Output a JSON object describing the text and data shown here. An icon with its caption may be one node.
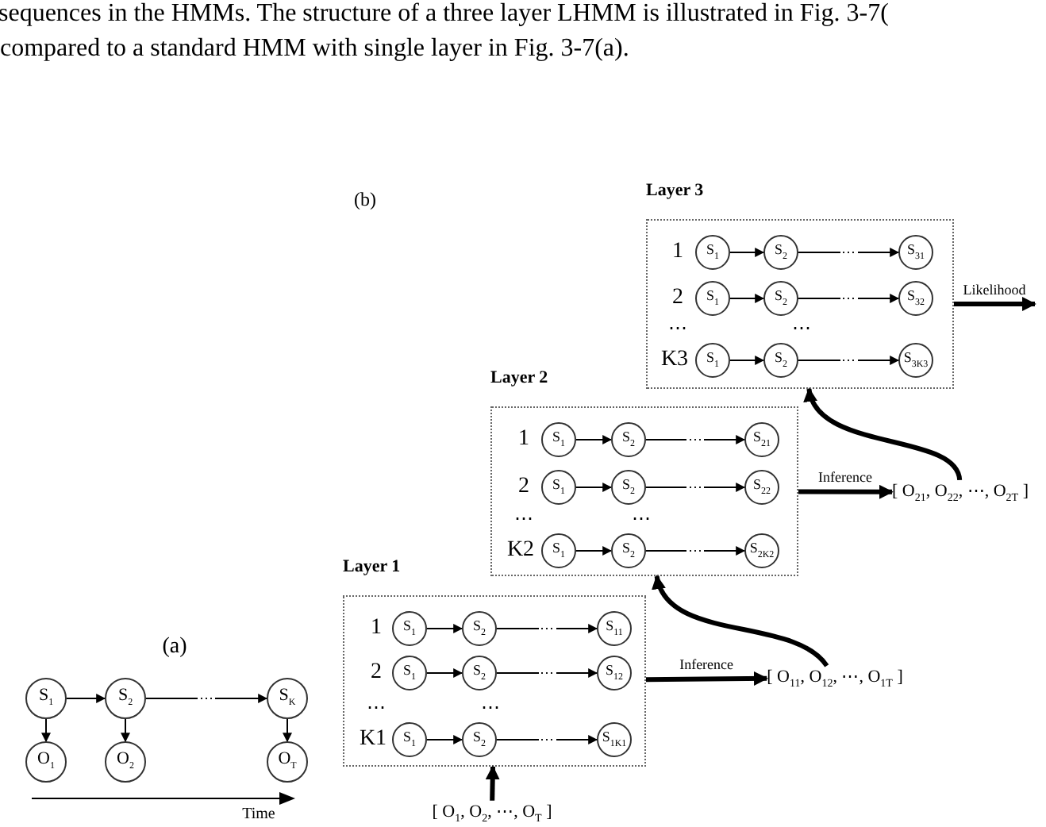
{
  "diagram": {
    "nodes": [
      {
        "text": [
          "Layer 3"
        ]
      },
      {
        "text": [
          "S$_{1}$"
        ],
        "in": 0
      },
      {
        "text": [
          "S$_{2}$"
        ],
        "in": 0
      },
      {
        "text": [
          "S$_{31}$"
        ],
        "in": 0
      },
      {
        "text": [
          "S$_{1}$"
        ],
        "in": 0
      },
      {
        "text": [
          "S$_{2}$"
        ],
        "in": 0
      },
      {
        "text": [
          "S$_{32}$"
        ],
        "in": 0
      },
      {
        "text": [
          "S$_{1}$"
        ],
        "in": 0
      },
      {
        "text": [
          "S$_{2}$"
        ],
        "in": 0
      },
      {
        "text": [
          "S$_{3K3}$"
        ],
        "in": 0
      },
      {
        "text": [
          "Layer 2"
        ]
      },
      {
        "text": [
          "S$_{1}$"
        ],
        "in": 10
      },
      {
        "text": [
          "S$_{2}$"
        ],
        "in": 10
      },
      {
        "text": [
          "S$_{21}$"
        ],
        "in": 10
      },
      {
        "text": [
          "S$_{1}$"
        ],
        "in": 10
      },
      {
        "text": [
          "S$_{2}$"
        ],
        "in": 10
      },
      {
        "text": [
          "S$_{22}$"
        ],
        "in": 10
      },
      {
        "text": [
          "S$_{1}$"
        ],
        "in": 10
      },
      {
        "text": [
          "S$_{2}$"
        ],
        "in": 10
      },
      {
        "text": [
          "S$_{2K2}$"
        ],
        "in": 10
      },
      {
        "text": [
          "[ O$_{21}$, O$_{22}$, ⋯, O$_{2T}$ ]"
        ]
      },
      {
        "text": [
          "Layer 1"
        ]
      },
      {
        "text": [
          "S$_{1}$"
        ],
        "in": 21
      },
      {
        "text": [
          "S$_{2}$"
        ],
        "in": 21
      },
      {
        "text": [
          "S$_{11}$"
        ],
        "in": 21
      },
      {
        "text": [
          "S$_{1}$"
        ],
        "in": 21
      },
      {
        "text": [
          "S$_{2}$"
        ],
        "in": 21
      },
      {
        "text": [
          "S$_{12}$"
        ],
        "in": 21
      },
      {
        "text": [
          "S$_{1}$"
        ],
        "in": 21
      },
      {
        "text": [
          "S$_{2}$"
        ],
        "in": 21
      },
      {
        "text": [
          "S$_{1K1}$"
        ],
        "in": 21
      },
      {
        "text": [
          "[ O$_{11}$, O$_{12}$, ⋯, O$_{1T}$ ]"
        ]
      },
      {
        "text": [
          "[ O$_{1}$, O$_{2}$, ⋯, O$_{T}$ ]"
        ]
      },
      {
        "text": [
          "S$_{1}$"
        ]
      },
      {
        "text": [
          "S$_{2}$"
        ]
      },
      {
        "text": [
          "S$_{K}$"
        ]
      },
      {
        "text": [
          "O$_{1}$"
        ]
      },
      {
        "text": [
          "O$_{2}$"
        ]
      },
      {
        "text": [
          "O$_{T}$"
        ]
      }
    ],
    "edges": [
      {
        "from": 1,
        "to": 2,
        "arrow": "to"
      },
      {
        "from": 2,
        "to": 3,
        "arrow": "to",
        "label": "⋯"
      },
      {
        "from": 4,
        "to": 5,
        "arrow": "to"
      },
      {
        "from": 5,
        "to": 6,
        "arrow": "to",
        "label": "⋯"
      },
      {
        "from": 7,
        "to": 8,
        "arrow": "to"
      },
      {
        "from": 8,
        "to": 9,
        "arrow": "to",
        "label": "⋯"
      },
      {
        "from": 0,
        "to": null,
        "arrow": "to",
        "label": "Likelihood",
        "style": "thick"
      },
      {
        "from": 11,
        "to": 12,
        "arrow": "to"
      },
      {
        "from": 12,
        "to": 13,
        "arrow": "to",
        "label": "⋯"
      },
      {
        "from": 14,
        "to": 15,
        "arrow": "to"
      },
      {
        "from": 15,
        "to": 16,
        "arrow": "to",
        "label": "⋯"
      },
      {
        "from": 17,
        "to": 18,
        "arrow": "to"
      },
      {
        "from": 18,
        "to": 19,
        "arrow": "to",
        "label": "⋯"
      },
      {
        "from": 10,
        "to": 20,
        "arrow": "to",
        "label": "Inference",
        "style": "thick"
      },
      {
        "from": 20,
        "to": 0,
        "arrow": "to",
        "style": "thick"
      },
      {
        "from": 22,
        "to": 23,
        "arrow": "to"
      },
      {
        "from": 23,
        "to": 24,
        "arrow": "to",
        "label": "⋯"
      },
      {
        "from": 25,
        "to": 26,
        "arrow": "to"
      },
      {
        "from": 26,
        "to": 27,
        "arrow": "to",
        "label": "⋯"
      },
      {
        "from": 28,
        "to": 29,
        "arrow": "to"
      },
      {
        "from": 29,
        "to": 30,
        "arrow": "to",
        "label": "⋯"
      },
      {
        "from": 21,
        "to": 31,
        "arrow": "to",
        "label": "Inference",
        "style": "thick"
      },
      {
        "from": 31,
        "to": 10,
        "arrow": "to",
        "style": "thick"
      },
      {
        "from": 32,
        "to": 21,
        "arrow": "to",
        "style": "thick"
      },
      {
        "from": 33,
        "to": 34,
        "arrow": "to"
      },
      {
        "from": 34,
        "to": 35,
        "arrow": "to",
        "label": "⋯"
      },
      {
        "from": 33,
        "to": 36,
        "arrow": "to"
      },
      {
        "from": 34,
        "to": 37,
        "arrow": "to"
      },
      {
        "from": 35,
        "to": 38,
        "arrow": "to"
      }
    ],
    "labels": [
      "sequences in the HMMs. The structure of a three layer LHMM is illustrated in Fig. 3-7(",
      "compared to a standard HMM with single layer in Fig. 3-7(a).",
      "(b)",
      "1",
      "2",
      "⋯",
      "⋯",
      "K3",
      "1",
      "2",
      "⋯",
      "⋯",
      "K2",
      "(a)",
      "1",
      "2",
      "⋯",
      "⋯",
      "K1",
      "Time"
    ]
  }
}
